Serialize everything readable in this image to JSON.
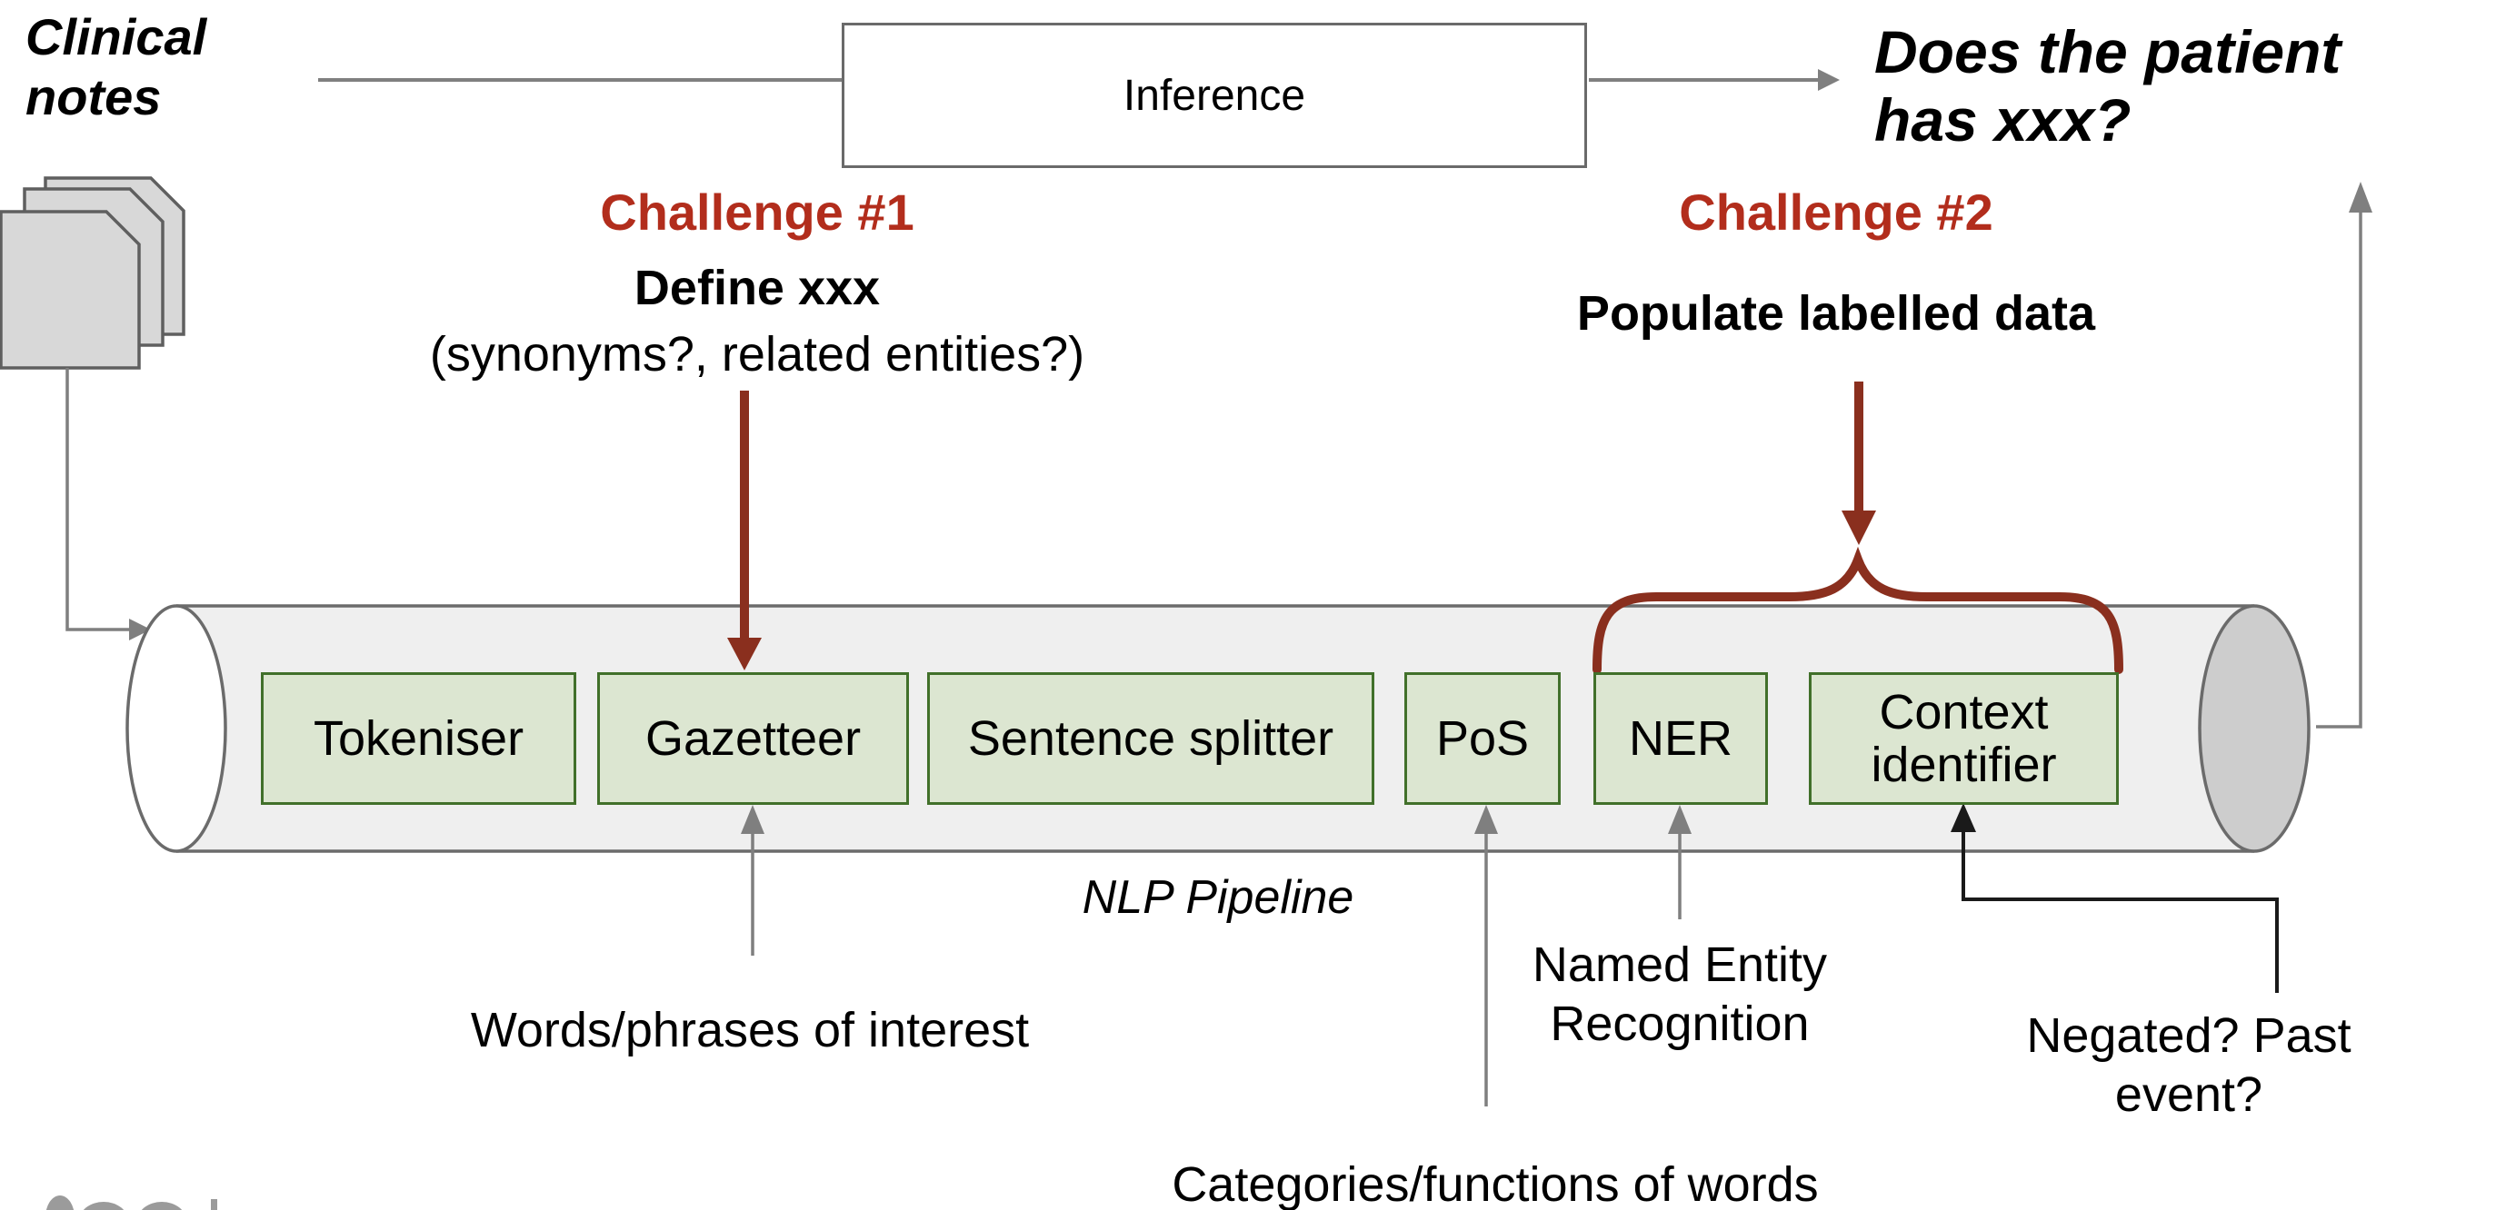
{
  "flow": {
    "source": {
      "lines": [
        "Clinical",
        "notes"
      ]
    },
    "inference_label": "Inference",
    "output_question": {
      "lines": [
        "Does the patient",
        "has xxx?"
      ]
    }
  },
  "challenges": [
    {
      "title": "Challenge #1",
      "subtitle": "Define xxx",
      "detail": "(synonyms?, related entities?)"
    },
    {
      "title": "Challenge #2",
      "subtitle": "Populate labelled data"
    }
  ],
  "pipeline": {
    "label": "NLP Pipeline",
    "stages": [
      "Tokeniser",
      "Gazetteer",
      "Sentence splitter",
      "PoS",
      "NER",
      "Context identifier"
    ]
  },
  "annotations": {
    "gazetteer": "Words/phrases of interest",
    "pos": "Categories/functions of words",
    "ner": {
      "lines": [
        "Named Entity",
        "Recognition"
      ]
    },
    "context": {
      "lines": [
        "Negated? Past",
        "event?"
      ]
    }
  },
  "colors": {
    "accent_red": "#b22d1c",
    "maroon": "#8a2f1e",
    "stage_fill": "#dce6d1",
    "stage_border": "#41702a",
    "cylinder_fill": "#efefef",
    "cylinder_stroke": "#6b6b6b",
    "cap_fill": "#cdcdcd",
    "doc_fill": "#d8d8d8",
    "doc_stroke": "#5f5f5f",
    "connector_gray": "#7f7f7f",
    "connector_black": "#1a1a1a",
    "text_black": "#000000"
  }
}
